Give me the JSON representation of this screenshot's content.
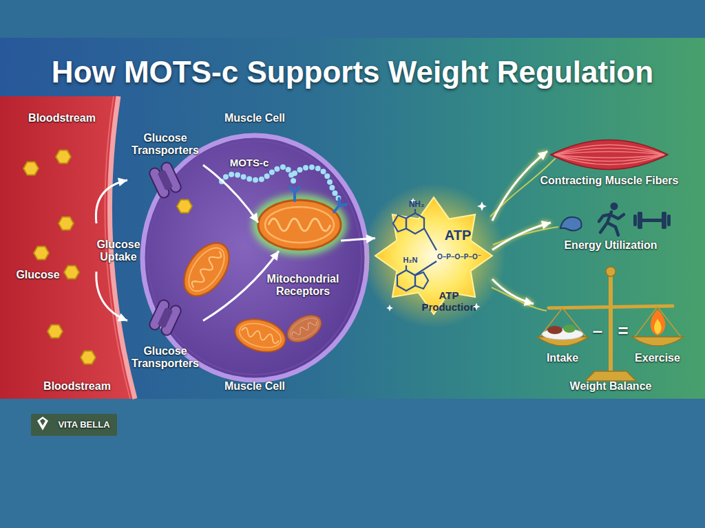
{
  "diagram": {
    "title": "How MOTS-c Supports Weight Regulation",
    "nodes": [
      {
        "text": [
          "Bloodstream",
          "Glucose",
          "Bloodstream"
        ]
      },
      {
        "text": [
          "Glucose Transporters"
        ]
      },
      {
        "text": [
          "Glucose Transporters"
        ]
      },
      {
        "text": [
          "Muscle Cell",
          "Muscle Cell"
        ]
      },
      {
        "text": [
          "Mitochondrial Receptors"
        ],
        "in": 3
      },
      {
        "text": [
          "ATP",
          "ATP Production"
        ]
      },
      {
        "text": [
          "Contracting Muscle Fibers"
        ]
      },
      {
        "text": [
          "Energy Utilization"
        ]
      },
      {
        "text": [
          "Intake",
          "Exercise",
          "Weight Balance"
        ]
      },
      {
        "text": [
          "VITA BELLA"
        ]
      }
    ],
    "edges": [
      {
        "from": 0,
        "to": 1,
        "arrow": "to"
      },
      {
        "from": 0,
        "to": 2,
        "arrow": "to"
      },
      {
        "from": 1,
        "to": 4,
        "arrow": "to"
      },
      {
        "from": 2,
        "to": 4,
        "arrow": "to"
      },
      {
        "from": 4,
        "to": 5,
        "arrow": "to"
      },
      {
        "from": 5,
        "to": 6,
        "arrow": "to"
      },
      {
        "from": 5,
        "to": 7,
        "arrow": "to"
      },
      {
        "from": 5,
        "to": 8,
        "arrow": "to"
      }
    ],
    "labels": [
      "Glucose Uptake",
      "MOTS-c",
      "NH₂",
      "H₂N",
      "O–P–O–P–O⁻",
      "–",
      "="
    ]
  }
}
